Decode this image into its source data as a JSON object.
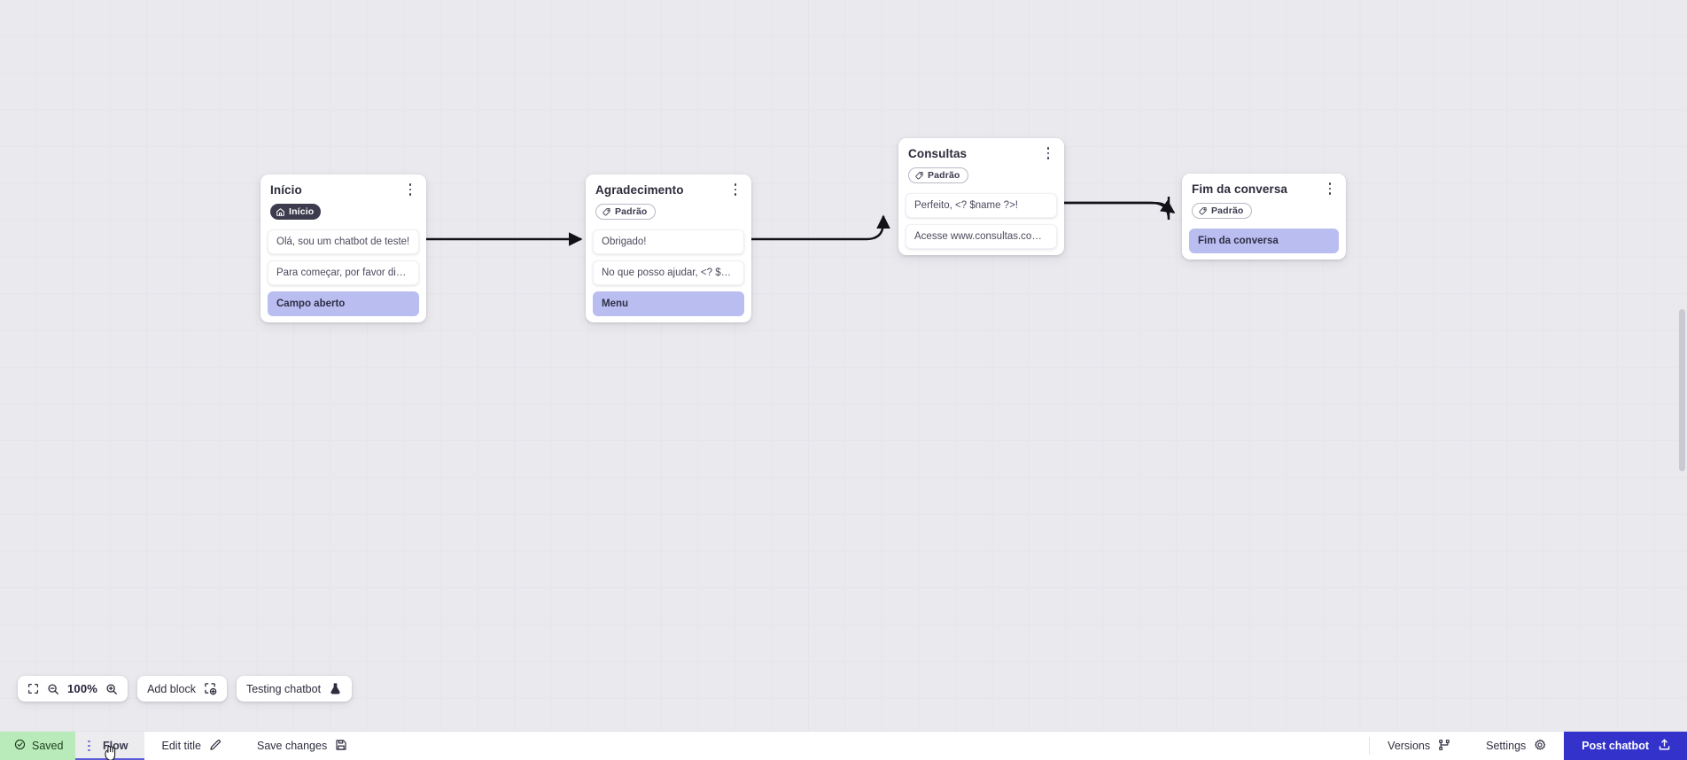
{
  "app": {
    "canvas_background": "#eaeaee",
    "accent_purple": "#3333cc",
    "chip_purple": "#b9bdf0",
    "saved_green": "#b9eab9"
  },
  "canvas": {
    "zoom_level": "100%",
    "nodes": [
      {
        "id": "inicio",
        "title": "Início",
        "badge": {
          "label": "Início",
          "icon": "home-icon",
          "style": "dark"
        },
        "messages": [
          {
            "text": "Olá, sou um chatbot de teste!",
            "type": "message"
          },
          {
            "text": "Para começar, por favor digite o ...",
            "type": "message"
          },
          {
            "text": "Campo aberto",
            "type": "action"
          }
        ]
      },
      {
        "id": "agradecimento",
        "title": "Agradecimento",
        "badge": {
          "label": "Padrão",
          "icon": "tag-icon",
          "style": "outline"
        },
        "messages": [
          {
            "text": "Obrigado!",
            "type": "message"
          },
          {
            "text": "No que posso ajudar, <? $name ...",
            "type": "message"
          },
          {
            "text": "Menu",
            "type": "action"
          }
        ]
      },
      {
        "id": "consultas",
        "title": "Consultas",
        "badge": {
          "label": "Padrão",
          "icon": "tag-icon",
          "style": "outline"
        },
        "messages": [
          {
            "text": "Perfeito, <? $name ?>!",
            "type": "message"
          },
          {
            "text": "Acesse www.consultas.com par...",
            "type": "message"
          }
        ]
      },
      {
        "id": "fim-da-conversa",
        "title": "Fim da conversa",
        "badge": {
          "label": "Padrão",
          "icon": "tag-icon",
          "style": "outline"
        },
        "messages": [
          {
            "text": "Fim da conversa",
            "type": "action"
          }
        ]
      }
    ],
    "edges": [
      {
        "from": "inicio",
        "to": "agradecimento"
      },
      {
        "from": "agradecimento",
        "to": "consultas"
      },
      {
        "from": "consultas",
        "to": "fim-da-conversa"
      }
    ]
  },
  "float_toolbar": {
    "fit_icon": "fit-screen-icon",
    "zoom_out_icon": "zoom-out-icon",
    "zoom_value": "100%",
    "zoom_in_icon": "zoom-in-icon",
    "add_block_label": "Add block",
    "add_block_icon": "add-block-icon",
    "testing_chatbot_label": "Testing chatbot",
    "testing_chatbot_icon": "flask-icon"
  },
  "bottom_bar": {
    "saved_label": "Saved",
    "saved_icon": "check-circle-icon",
    "flow_tab_label": "Flow",
    "flow_tab_kebab_icon": "kebab-icon",
    "edit_title_label": "Edit title",
    "edit_title_icon": "pencil-icon",
    "save_changes_label": "Save changes",
    "save_changes_icon": "floppy-disk-icon",
    "versions_label": "Versions",
    "versions_icon": "branch-icon",
    "settings_label": "Settings",
    "settings_icon": "gear-icon",
    "post_chatbot_label": "Post chatbot",
    "post_chatbot_icon": "upload-icon"
  }
}
